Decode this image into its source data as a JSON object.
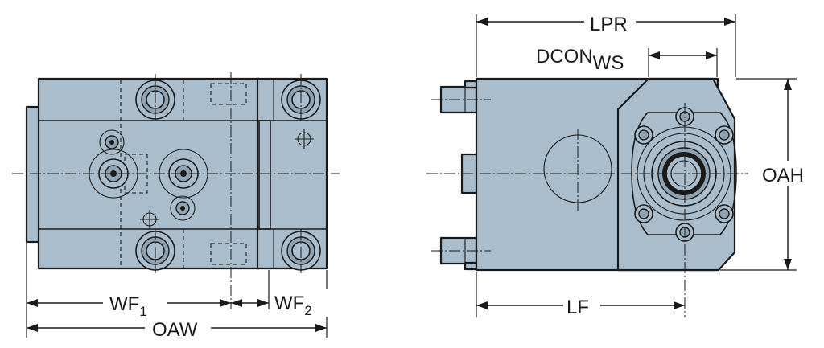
{
  "dimensions": {
    "wf1": {
      "main": "WF",
      "sub": "1"
    },
    "wf2": {
      "main": "WF",
      "sub": "2"
    },
    "oaw": "OAW",
    "lpr": "LPR",
    "dcon": {
      "main": "DCON",
      "sub": "WS"
    },
    "oah": "OAH",
    "lf": "LF"
  },
  "colors": {
    "body": "#a9bdcc",
    "line": "#1a1a1a",
    "background": "#ffffff"
  }
}
